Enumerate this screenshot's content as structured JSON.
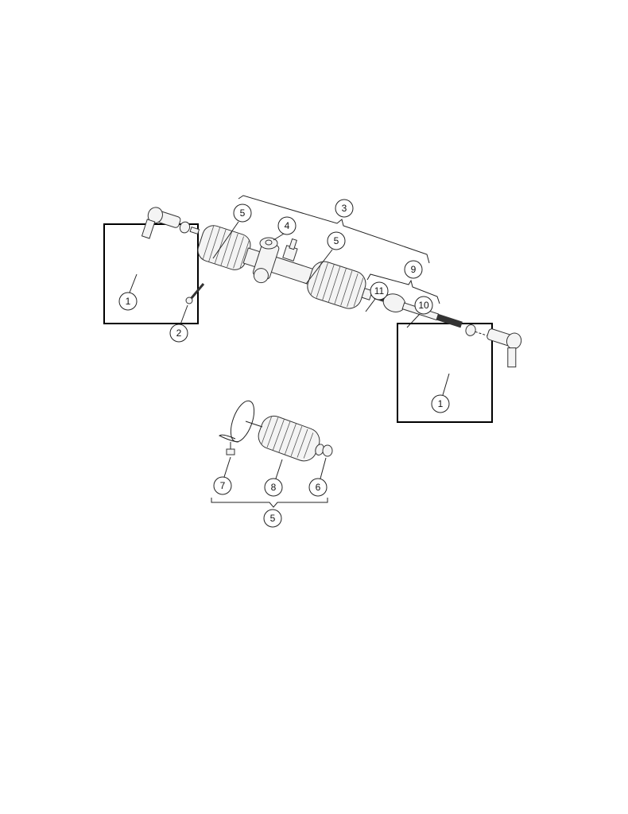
{
  "diagram": {
    "type": "exploded-view",
    "callouts": [
      "5",
      "3",
      "4",
      "5",
      "9",
      "11",
      "10",
      "1",
      "2",
      "1",
      "7",
      "8",
      "6",
      "5"
    ],
    "frame_color": "#000000",
    "line_color": "#222222"
  }
}
